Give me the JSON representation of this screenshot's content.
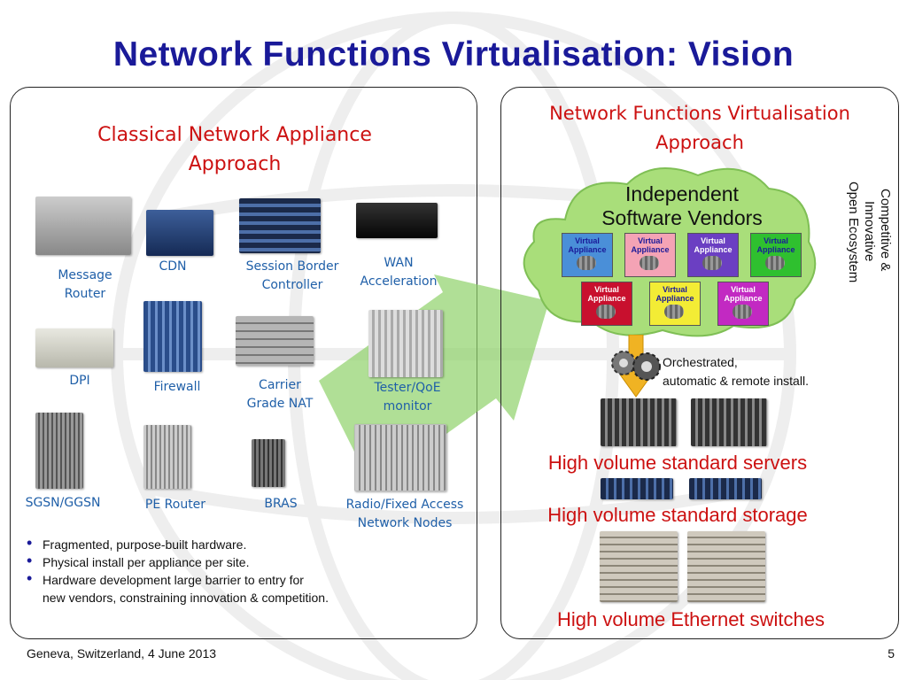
{
  "title": "Network Functions Virtualisation: Vision",
  "left": {
    "heading_line1": "Classical Network Appliance",
    "heading_line2": "Approach",
    "devices": [
      {
        "line1": "Message",
        "line2": "Router"
      },
      {
        "line1": "CDN",
        "line2": ""
      },
      {
        "line1": "Session Border",
        "line2": "Controller"
      },
      {
        "line1": "WAN",
        "line2": "Acceleration"
      },
      {
        "line1": "DPI",
        "line2": ""
      },
      {
        "line1": "Firewall",
        "line2": ""
      },
      {
        "line1": "Carrier",
        "line2": "Grade NAT"
      },
      {
        "line1": "Tester/QoE",
        "line2": "monitor"
      },
      {
        "line1": "SGSN/GGSN",
        "line2": ""
      },
      {
        "line1": "PE Router",
        "line2": ""
      },
      {
        "line1": "BRAS",
        "line2": ""
      },
      {
        "line1": "Radio/Fixed Access",
        "line2": "Network Nodes"
      }
    ],
    "bullets": [
      "Fragmented, purpose-built hardware.",
      "Physical install per appliance per site.",
      "Hardware development large barrier to entry for",
      "new vendors, constraining innovation & competition."
    ]
  },
  "right": {
    "heading_line1": "Network Functions Virtualisation",
    "heading_line2": "Approach",
    "isv_line1": "Independent",
    "isv_line2": "Software Vendors",
    "virtual_appliance_label": "Virtual Appliance",
    "vertical_line1": "Competitive &",
    "vertical_line2": "Innovative",
    "vertical_line3": "Open Ecosystem",
    "orchestrated_line1": "Orchestrated,",
    "orchestrated_line2": "automatic & remote install.",
    "servers_label": "High volume standard servers",
    "storage_label": "High volume standard storage",
    "switches_label": "High volume Ethernet switches"
  },
  "footer": {
    "location_date": "Geneva, Switzerland, 4 June 2013",
    "page_number": "5"
  },
  "colors": {
    "title": "#1a1a99",
    "heading_red": "#cc1111",
    "device_label_blue": "#1f5fa8",
    "arrow_green": "#8fd16a",
    "cloud_green": "#a9de7a",
    "orchestrate_arrow": "#f0b323"
  }
}
